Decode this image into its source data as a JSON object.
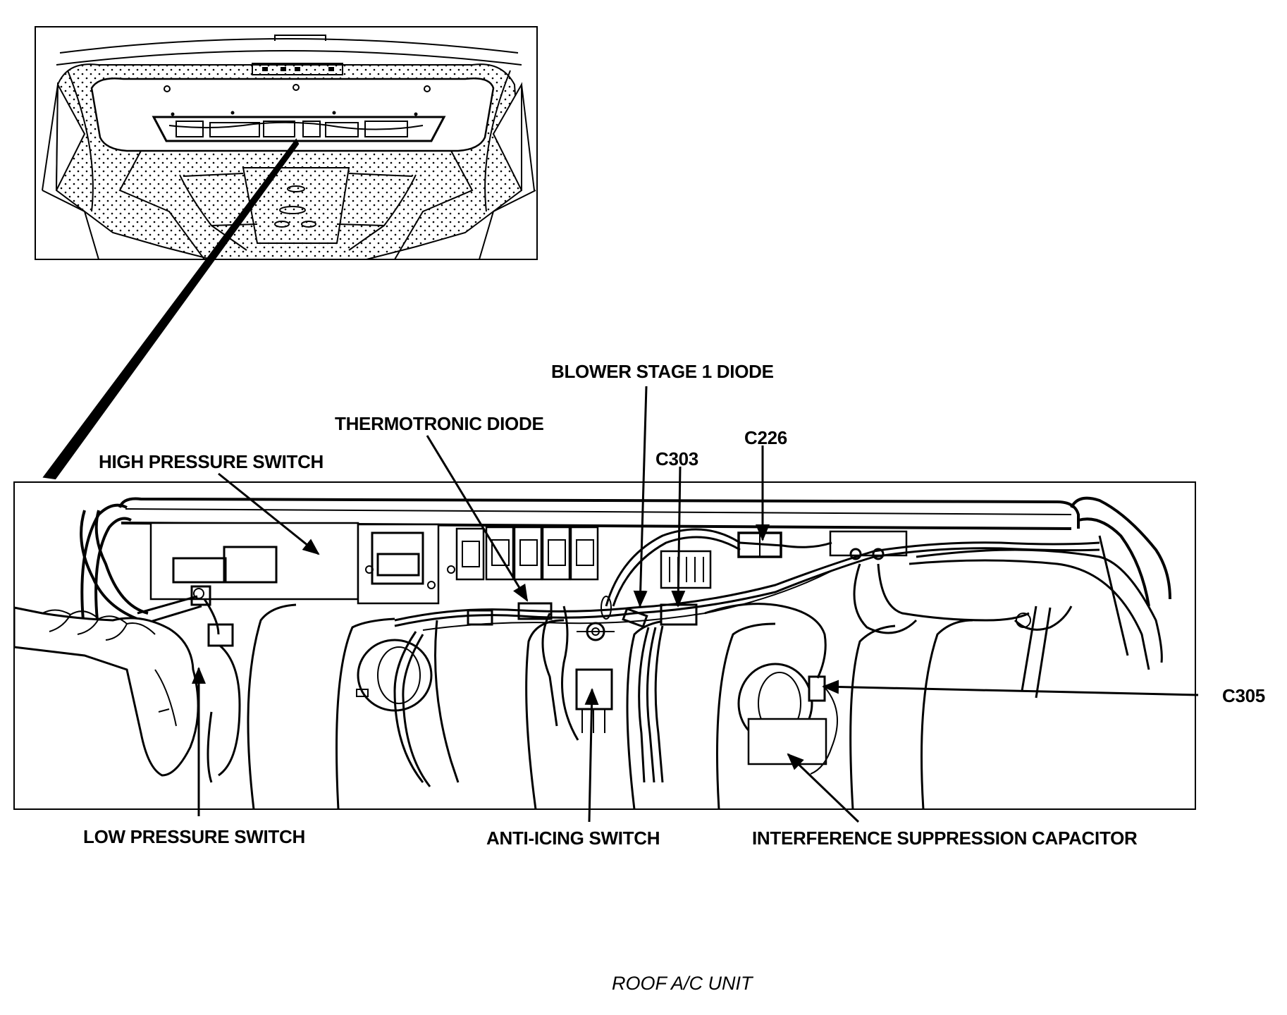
{
  "labels": {
    "blower_stage_1_diode": "BLOWER STAGE 1 DIODE",
    "thermotronic_diode": "THERMOTRONIC DIODE",
    "c226": "C226",
    "c303": "C303",
    "high_pressure_switch": "HIGH PRESSURE SWITCH",
    "c305": "C305",
    "low_pressure_switch": "LOW PRESSURE SWITCH",
    "anti_icing_switch": "ANTI-ICING SWITCH",
    "interference_suppression_capacitor": "INTERFERENCE SUPPRESSION CAPACITOR"
  },
  "caption": "ROOF A/C UNIT"
}
